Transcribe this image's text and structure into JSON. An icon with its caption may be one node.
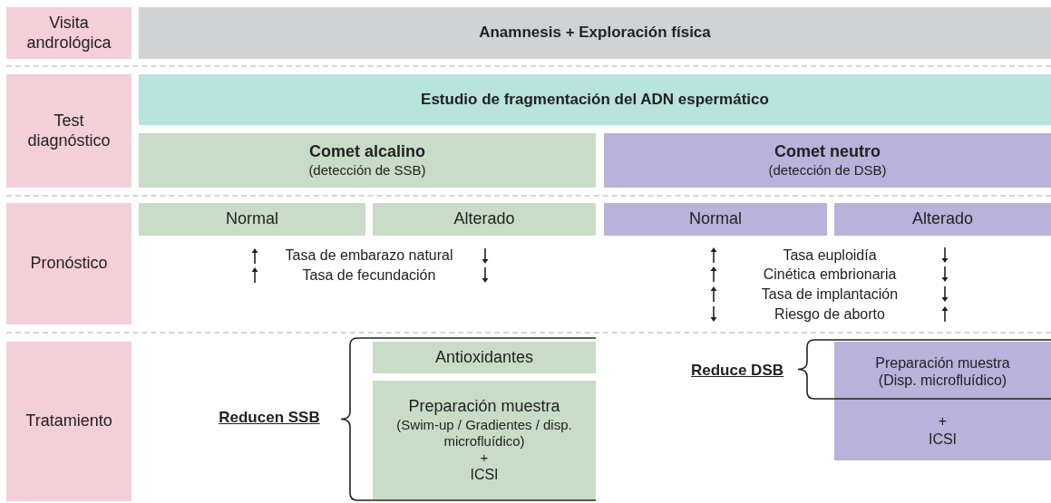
{
  "diagram": {
    "nodes": [
      {
        "text": [
          "Visita andrológica"
        ]
      },
      {
        "text": [
          "Anamnesis + Exploración física"
        ]
      },
      {
        "text": [
          "Test diagnóstico"
        ]
      },
      {
        "text": [
          "Estudio de fragmentación del ADN espermático"
        ]
      },
      {
        "text": [
          "Comet alcalino",
          "(detección de SSB)"
        ]
      },
      {
        "text": [
          "Comet neutro",
          "(detección de DSB)"
        ]
      },
      {
        "text": [
          "Pronóstico"
        ]
      },
      {
        "text": [
          "Normal"
        ]
      },
      {
        "text": [
          "Alterado"
        ]
      },
      {
        "text": [
          "Normal"
        ]
      },
      {
        "text": [
          "Alterado"
        ]
      },
      {
        "text": [
          "Tratamiento"
        ]
      },
      {
        "text": [
          "Antioxidantes"
        ]
      },
      {
        "text": [
          "Preparación muestra",
          "(Swim-up / Gradientes / disp. microfluídico)",
          "+",
          "ICSI"
        ]
      },
      {
        "text": [
          "Preparación muestra",
          "(Disp. microfluídico)",
          "+",
          "ICSI"
        ]
      }
    ],
    "labels": [
      "Tasa de embarazo natural",
      "Tasa de fecundación",
      "Tasa euploidía",
      "Cinética embrionaria",
      "Tasa de implantación",
      "Riesgo de aborto",
      "Reducen SSB",
      "Reduce DSB"
    ]
  }
}
